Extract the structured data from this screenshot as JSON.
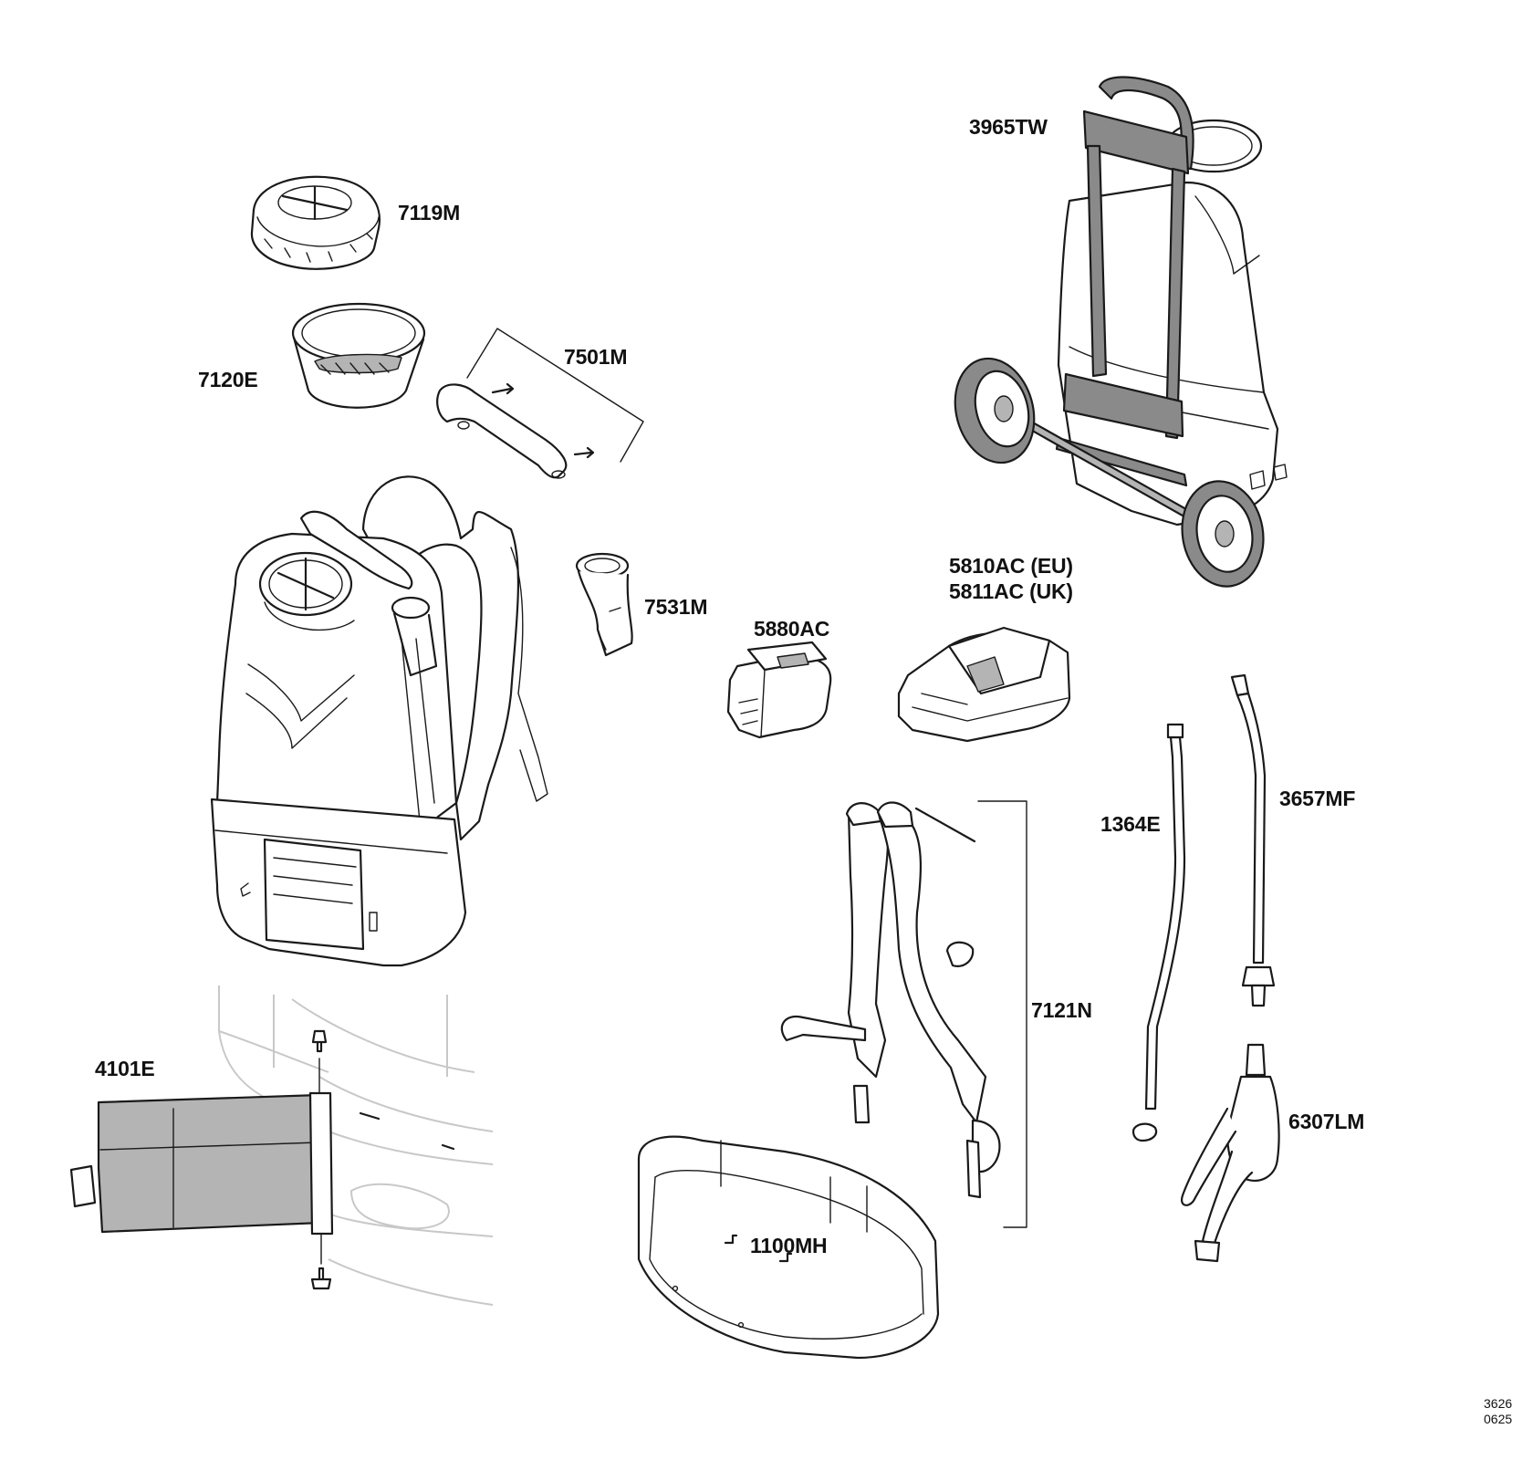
{
  "labels": {
    "p7119m": "7119M",
    "p7120e": "7120E",
    "p7501m": "7501M",
    "p7531m": "7531M",
    "p5880ac": "5880AC",
    "p5810ac": "5810AC (EU)",
    "p5811ac": "5811AC (UK)",
    "p3965tw": "3965TW",
    "p1364e": "1364E",
    "p3657mf": "3657MF",
    "p7121n": "7121N",
    "p6307lm": "6307LM",
    "p4101e": "4101E",
    "p1100mh": "1100MH"
  },
  "doc_code": {
    "line1": "3626",
    "line2": "0625"
  },
  "colors": {
    "line": "#1a1a1a",
    "frame_gray": "#8a8a8a",
    "filter_gray": "#b4b4b4",
    "ghost": "#c8c8c8"
  }
}
